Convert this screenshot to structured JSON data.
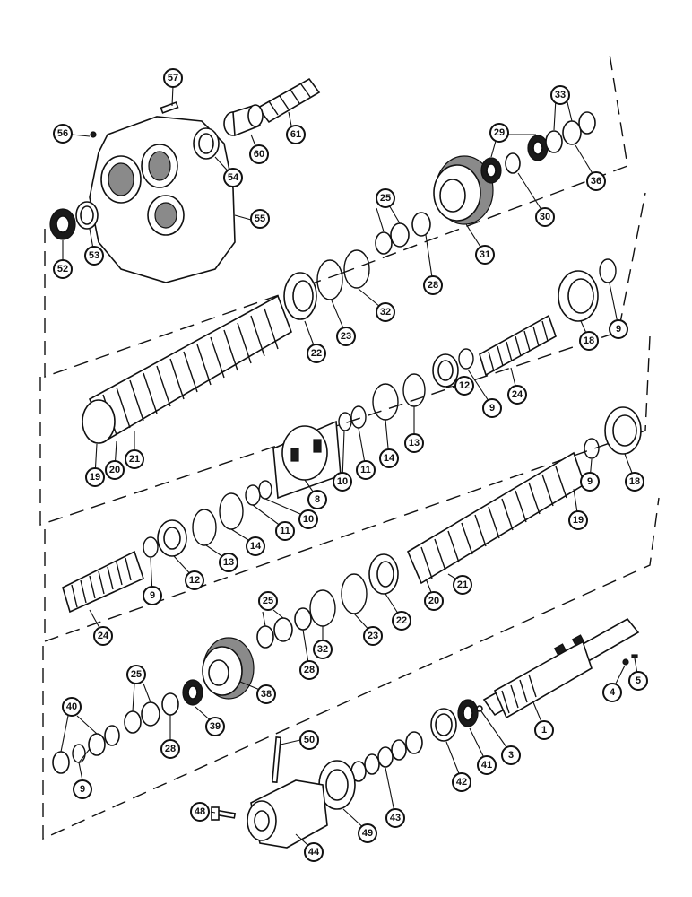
{
  "callouts": [
    "57",
    "56",
    "61",
    "60",
    "54",
    "55",
    "53",
    "52",
    "25",
    "28",
    "31",
    "30",
    "29",
    "36",
    "33",
    "22",
    "23",
    "32",
    "18",
    "9",
    "24",
    "12",
    "9",
    "19",
    "20",
    "21",
    "8",
    "10",
    "11",
    "14",
    "13",
    "9",
    "18",
    "19",
    "9",
    "12",
    "13",
    "14",
    "11",
    "10",
    "24",
    "32",
    "23",
    "22",
    "20",
    "21",
    "25",
    "28",
    "38",
    "39",
    "25",
    "28",
    "40",
    "9",
    "1",
    "4",
    "5",
    "3",
    "41",
    "42",
    "43",
    "49",
    "50",
    "48",
    "44"
  ]
}
